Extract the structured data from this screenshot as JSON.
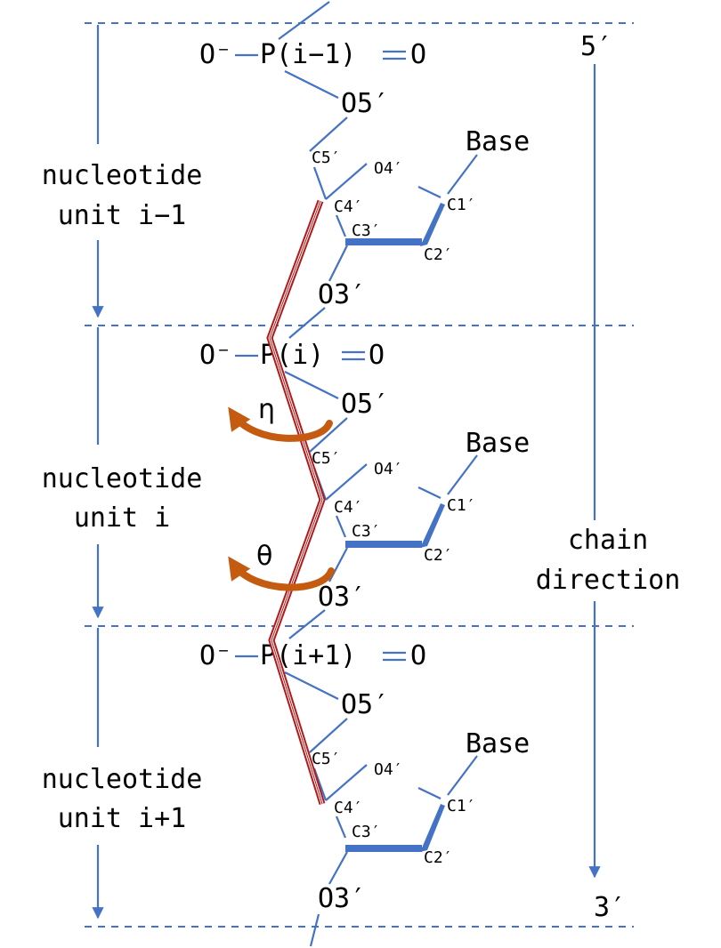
{
  "units": [
    {
      "phosphate": {
        "left": "O⁻",
        "center": "P(i−1)",
        "right": "O"
      },
      "o5": "O5′",
      "base": "Base",
      "c5": "C5′",
      "o4": "O4′",
      "c4": "C4′",
      "c1": "C1′",
      "c3": "C3′",
      "c2": "C2′",
      "o3": "O3′",
      "label_line1": "nucleotide",
      "label_line2": "unit i−1"
    },
    {
      "phosphate": {
        "left": "O⁻",
        "center": "P(i)",
        "right": "O"
      },
      "o5": "O5′",
      "base": "Base",
      "c5": "C5′",
      "o4": "O4′",
      "c4": "C4′",
      "c1": "C1′",
      "c3": "C3′",
      "c2": "C2′",
      "o3": "O3′",
      "label_line1": "nucleotide",
      "label_line2": "unit i"
    },
    {
      "phosphate": {
        "left": "O⁻",
        "center": "P(i+1)",
        "right": "O"
      },
      "o5": "O5′",
      "base": "Base",
      "c5": "C5′",
      "o4": "O4′",
      "c4": "C4′",
      "c1": "C1′",
      "c3": "C3′",
      "c2": "C2′",
      "o3": "O3′",
      "label_line1": "nucleotide",
      "label_line2": "unit i+1"
    }
  ],
  "torsions": {
    "eta": "η",
    "theta": "θ"
  },
  "direction": {
    "five_prime": "5′",
    "three_prime": "3′",
    "label_line1": "chain",
    "label_line2": "direction"
  },
  "colors": {
    "bond": "#4472c4",
    "pseudo_bond": "#b01a1a",
    "rotation": "#c55a11"
  }
}
